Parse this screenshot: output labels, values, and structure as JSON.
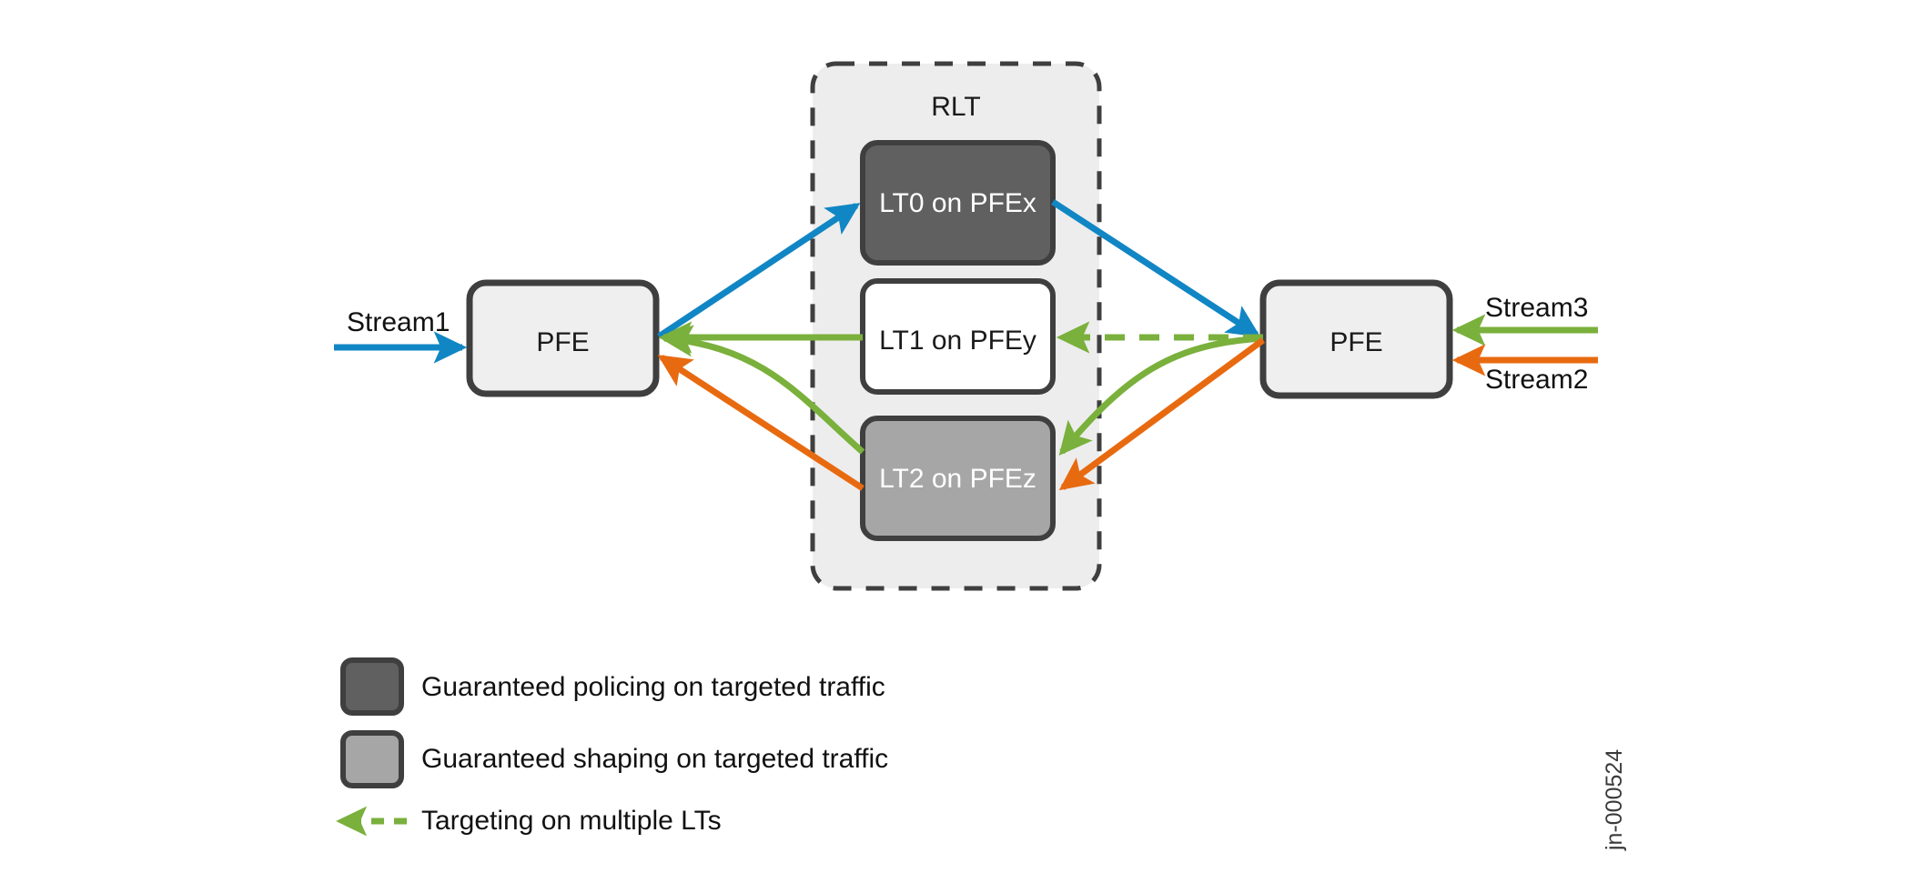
{
  "figure": {
    "watermark": "jn-000524"
  },
  "rlt": {
    "title": "RLT",
    "lts": [
      {
        "id": "lt0",
        "label": "LT0 on PFEx",
        "fill": "#606060",
        "text_color": "#ffffff",
        "role": "guaranteed-policing"
      },
      {
        "id": "lt1",
        "label": "LT1 on PFEy",
        "fill": "#ffffff",
        "text_color": "#1a1a1a",
        "role": "plain"
      },
      {
        "id": "lt2",
        "label": "LT2 on PFEz",
        "fill": "#a6a6a6",
        "text_color": "#ffffff",
        "role": "guaranteed-shaping"
      }
    ]
  },
  "nodes": {
    "pfe_left": "PFE",
    "pfe_right": "PFE"
  },
  "streams": [
    {
      "id": "stream1",
      "label": "Stream1",
      "color": "#1186c4",
      "side": "left"
    },
    {
      "id": "stream3",
      "label": "Stream3",
      "color": "#7ab03c",
      "side": "right"
    },
    {
      "id": "stream2",
      "label": "Stream2",
      "color": "#e86a10",
      "side": "right"
    }
  ],
  "legend": {
    "items": [
      {
        "id": "policing",
        "type": "swatch",
        "swatch_fill": "#606060",
        "label": "Guaranteed policing on targeted traffic"
      },
      {
        "id": "shaping",
        "type": "swatch",
        "swatch_fill": "#a6a6a6",
        "label": "Guaranteed shaping on targeted traffic"
      },
      {
        "id": "multi-lt",
        "type": "dashed-arrow",
        "line_color": "#7ab03c",
        "label": "Targeting on multiple LTs"
      }
    ]
  },
  "colors": {
    "blue": "#1186c4",
    "green": "#7ab03c",
    "orange": "#e86a10",
    "dark_gray": "#606060",
    "light_gray": "#a6a6a6",
    "stroke": "#3f3f3f",
    "panel_fill": "#ededed",
    "box_fill": "#efefef"
  }
}
